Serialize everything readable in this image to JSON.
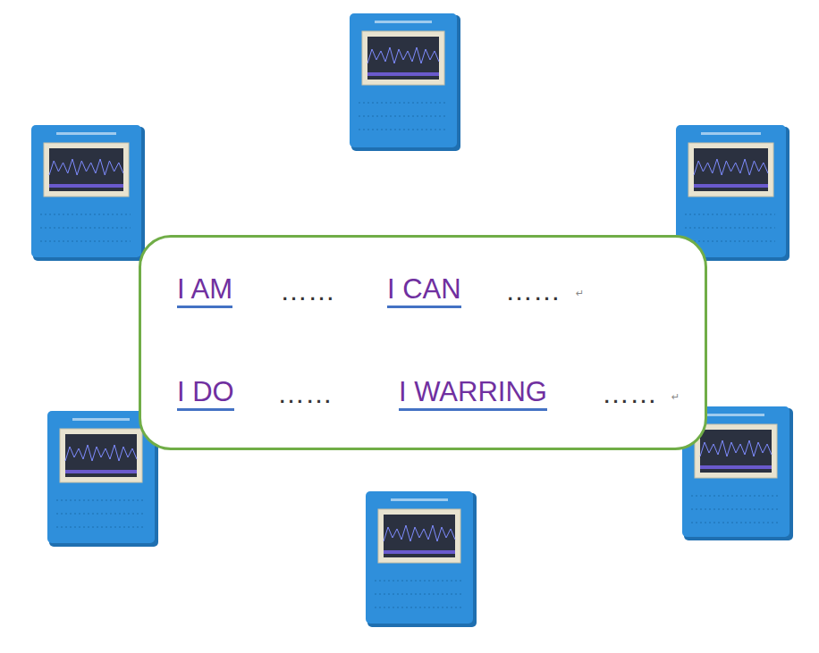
{
  "diagram": {
    "nodes": [
      {
        "text": [
          "I AM",
          "……",
          "I CAN",
          "……",
          "I DO",
          "……",
          "I WARRING",
          "……"
        ]
      }
    ],
    "labels": [
      "↵",
      "↵"
    ]
  }
}
